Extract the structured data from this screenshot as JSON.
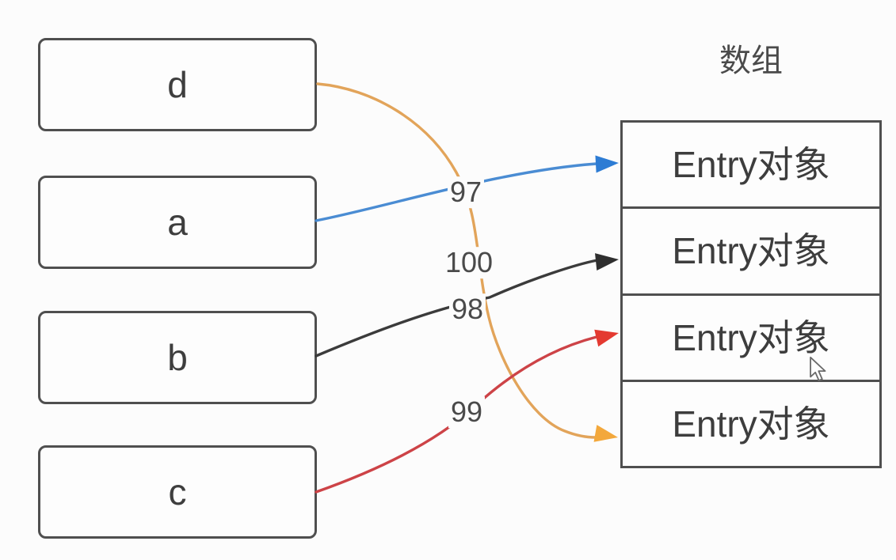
{
  "page": {
    "background": "#fcfcfc"
  },
  "array": {
    "title": "数组",
    "slots": [
      {
        "label": "Entry对象"
      },
      {
        "label": "Entry对象"
      },
      {
        "label": "Entry对象"
      },
      {
        "label": "Entry对象"
      }
    ]
  },
  "keys": [
    {
      "label": "d"
    },
    {
      "label": "a"
    },
    {
      "label": "b"
    },
    {
      "label": "c"
    }
  ],
  "connections": [
    {
      "from": "a",
      "hash": "97",
      "to_slot_index": 0,
      "line_color": "#4a8cd3",
      "arrow_color": "#2d7cd4"
    },
    {
      "from": "d",
      "hash": "100",
      "to_slot_index": 3,
      "line_color": "#e2a45a",
      "arrow_color": "#f3a83c"
    },
    {
      "from": "b",
      "hash": "98",
      "to_slot_index": 1,
      "line_color": "#3b3b3b",
      "arrow_color": "#2f2f2f"
    },
    {
      "from": "c",
      "hash": "99",
      "to_slot_index": 2,
      "line_color": "#cd4347",
      "arrow_color": "#e43a31"
    }
  ],
  "cursor": {
    "type": "arrow-pointer"
  }
}
